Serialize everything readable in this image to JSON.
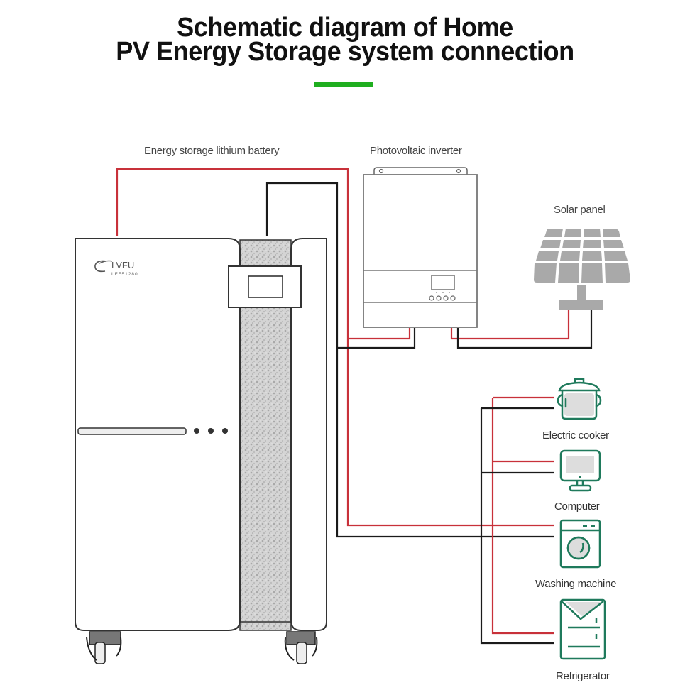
{
  "title": {
    "line1": "Schematic diagram of Home",
    "line2": "PV Energy Storage system connection",
    "accent_color": "#1fae1f"
  },
  "components": {
    "battery": {
      "label": "Energy storage lithium battery",
      "brand": "LVFU",
      "model": "LFF51280"
    },
    "inverter": {
      "label": "Photovoltaic inverter"
    },
    "solar_panel": {
      "label": "Solar panel"
    }
  },
  "appliances": [
    {
      "label": "Electric cooker",
      "icon": "rice-cooker-icon"
    },
    {
      "label": "Computer",
      "icon": "monitor-icon"
    },
    {
      "label": "Washing machine",
      "icon": "washing-machine-icon"
    },
    {
      "label": "Refrigerator",
      "icon": "refrigerator-icon"
    }
  ],
  "wiring": {
    "positive_color": "#c8313a",
    "negative_color": "#1a1a1a",
    "icon_color": "#1f7a5c"
  }
}
